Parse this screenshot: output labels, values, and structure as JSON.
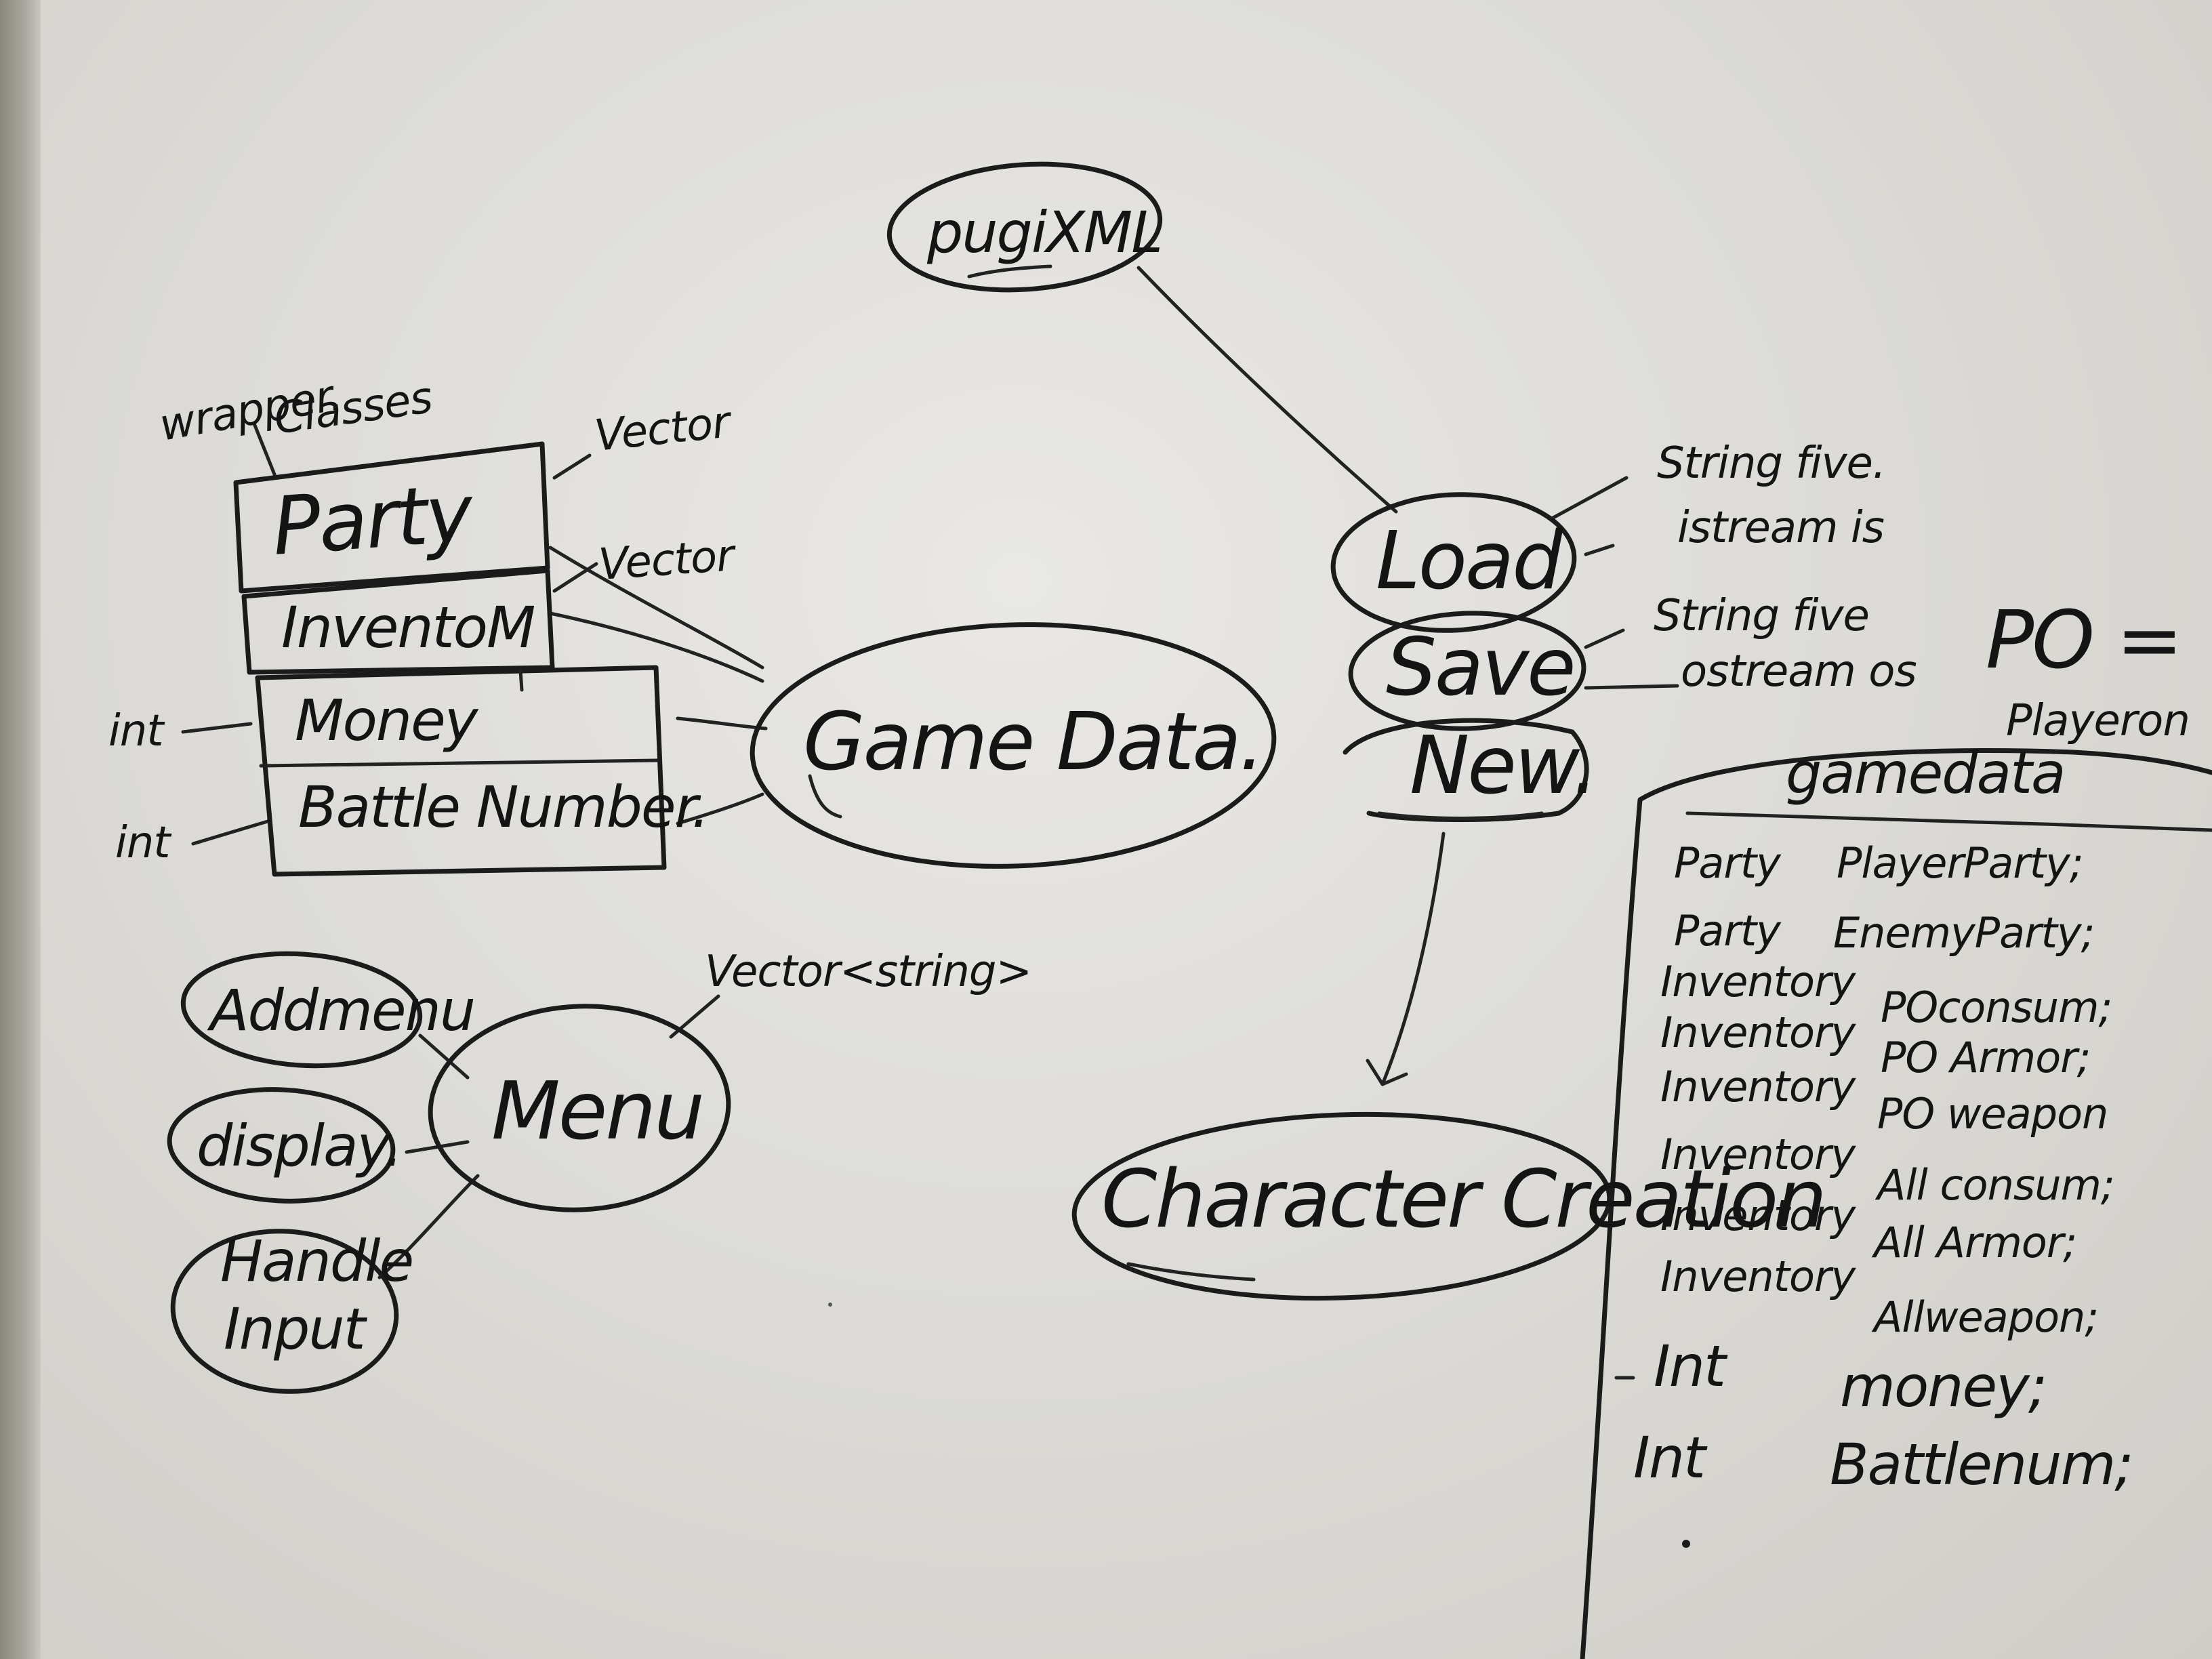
{
  "nodes": {
    "pugixml": "pugiXML",
    "game_data": "Game Data.",
    "load": "Load",
    "save": "Save",
    "new": "New.",
    "character_creation": "Character Creation",
    "menu": "Menu",
    "addmenu": "Addmenu",
    "display": "display.",
    "handle_input_1": "Handle",
    "handle_input_2": "Input"
  },
  "wrapper": {
    "label_1": "wrapper.",
    "label_2": "Classes",
    "party": "Party",
    "inventory": "InventoM",
    "money": "Money",
    "battle_number": "Battle Number."
  },
  "annotations": {
    "vector_1": "Vector",
    "vector_2": "Vector",
    "int_1": "int",
    "int_2": "int",
    "vector_string": "Vector<string>",
    "load_arg_1": "String five.",
    "load_arg_2": "istream is",
    "save_arg_1": "String five",
    "save_arg_2": "ostream os",
    "po_label_1": "PO =",
    "po_label_2": "Playeron"
  },
  "class_box": {
    "title": "gamedata",
    "rows": [
      {
        "type": "Party",
        "name": "PlayerParty;"
      },
      {
        "type": "Party",
        "name": "EnemyParty;"
      },
      {
        "type": "Inventory",
        "name": "POconsum;"
      },
      {
        "type": "Inventory",
        "name": "PO Armor;"
      },
      {
        "type": "Inventory",
        "name": "PO weapon"
      },
      {
        "type": "Inventory",
        "name": "All consum;"
      },
      {
        "type": "Inventory",
        "name": "All Armor;"
      },
      {
        "type": "Inventory",
        "name": "Allweapon;"
      },
      {
        "type": "Int",
        "name": "money;"
      },
      {
        "type": "Int",
        "name": "Battlenum;"
      }
    ]
  },
  "colors": {
    "ink": "#1b1b1b",
    "board": "#dddcd8",
    "frame": "#8a877e"
  }
}
